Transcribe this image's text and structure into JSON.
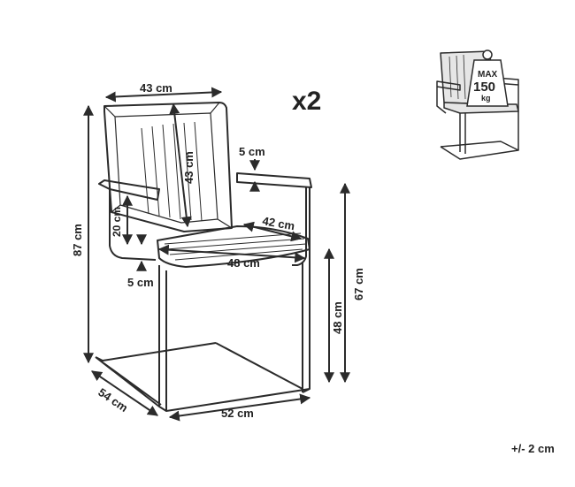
{
  "colors": {
    "line": "#2b2b2b",
    "arrow": "#2b2b2b",
    "text": "#222222",
    "thumb_fill": "#e6e6e6"
  },
  "quantity": "x2",
  "tolerance": "+/- 2 cm",
  "dimensions": {
    "backrest_width": "43 cm",
    "backrest_height": "43 cm",
    "armrest_thickness": "5 cm",
    "armrest_height": "20 cm",
    "seat_depth": "42 cm",
    "seat_width": "48 cm",
    "seat_thickness": "5 cm",
    "total_height": "87 cm",
    "armrest_floor_height": "67 cm",
    "seat_height": "48 cm",
    "depth": "54 cm",
    "width": "52 cm"
  },
  "max_load": {
    "line1": "MAX",
    "line2": "150",
    "line3": "kg"
  }
}
